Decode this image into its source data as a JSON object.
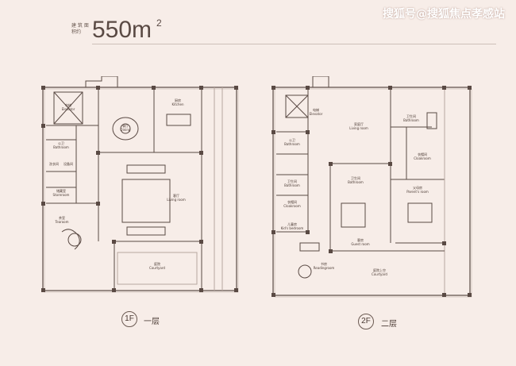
{
  "header": {
    "area_label": "建 筑 面积约",
    "area_value": "550m",
    "area_unit": "2",
    "watermark": "搜狐号@搜狐焦点孝感站"
  },
  "floor1": {
    "badge": "1F",
    "name": "一层",
    "rooms": {
      "elevator_cn": "电梯",
      "elevator_en": "Elevator",
      "kitchen_cn": "厨房",
      "kitchen_en": "Kitchen",
      "dining_cn": "餐厅",
      "dining_en": "Dining",
      "bathroom_cn": "公卫",
      "bathroom_en": "Bathroom",
      "storage_cn": "储藏室",
      "storage_en": "Storeroom",
      "living_cn": "客厅",
      "living_en": "Living room",
      "tea_cn": "茶室",
      "tea_en": "Tearoom",
      "courtyard_cn": "庭院",
      "courtyard_en": "Courtyard",
      "small_a": "洗衣间",
      "small_b": "设备间"
    }
  },
  "floor2": {
    "badge": "2F",
    "name": "二层",
    "rooms": {
      "elevator_cn": "电梯",
      "elevator_en": "Elevator",
      "living_cn": "家庭厅",
      "living_en": "Living room",
      "bath_master_cn": "卫生间",
      "bath_master_en": "Bathroom",
      "closet_cn": "衣帽间",
      "closet_en": "Cloakroom",
      "public_bath_cn": "公卫",
      "public_bath_en": "Bathroom",
      "bath_a_cn": "卫生间",
      "bath_a_en": "Bathroom",
      "bath_b_cn": "卫生间",
      "bath_b_en": "Bathroom",
      "cloak_cn": "衣帽间",
      "cloak_en": "Cloakroom",
      "parents_cn": "父母房",
      "parents_en": "Parent's room",
      "kids_cn": "儿童房",
      "kids_en": "Kid's bedroom",
      "guest_cn": "客房",
      "guest_en": "Guest room",
      "reading_cn": "书房",
      "reading_en": "Readingroom",
      "courtyard_cn": "庭院上空",
      "courtyard_en": "Courtyard"
    }
  }
}
